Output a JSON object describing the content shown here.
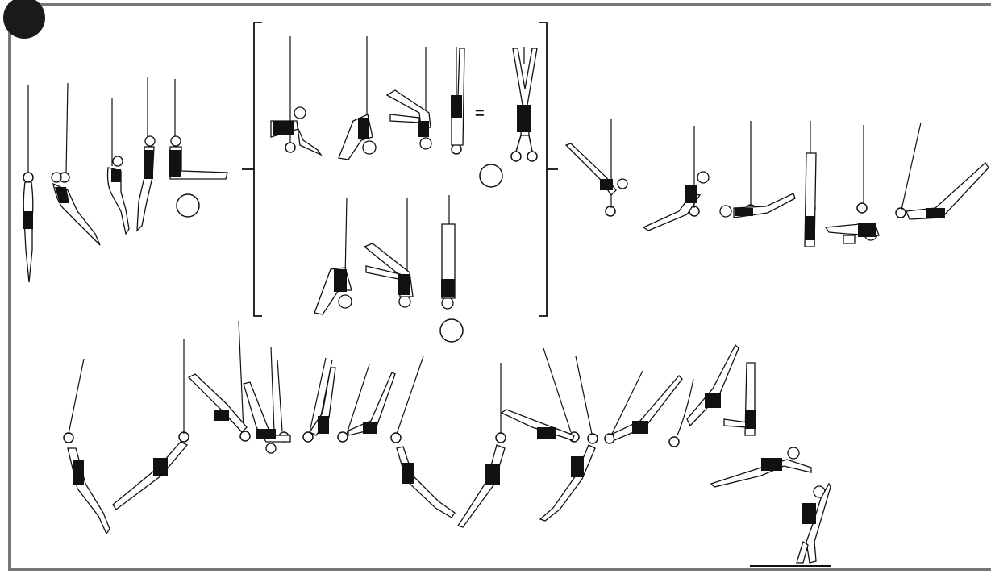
{
  "diagram": {
    "equals_symbol": "=",
    "markers": [
      {
        "id": "marker-1",
        "label": ""
      },
      {
        "id": "marker-2",
        "label": ""
      },
      {
        "id": "marker-3",
        "label": ""
      }
    ],
    "colors": {
      "ink": "#111111",
      "frame": "#777777",
      "background": "#ffffff"
    }
  }
}
